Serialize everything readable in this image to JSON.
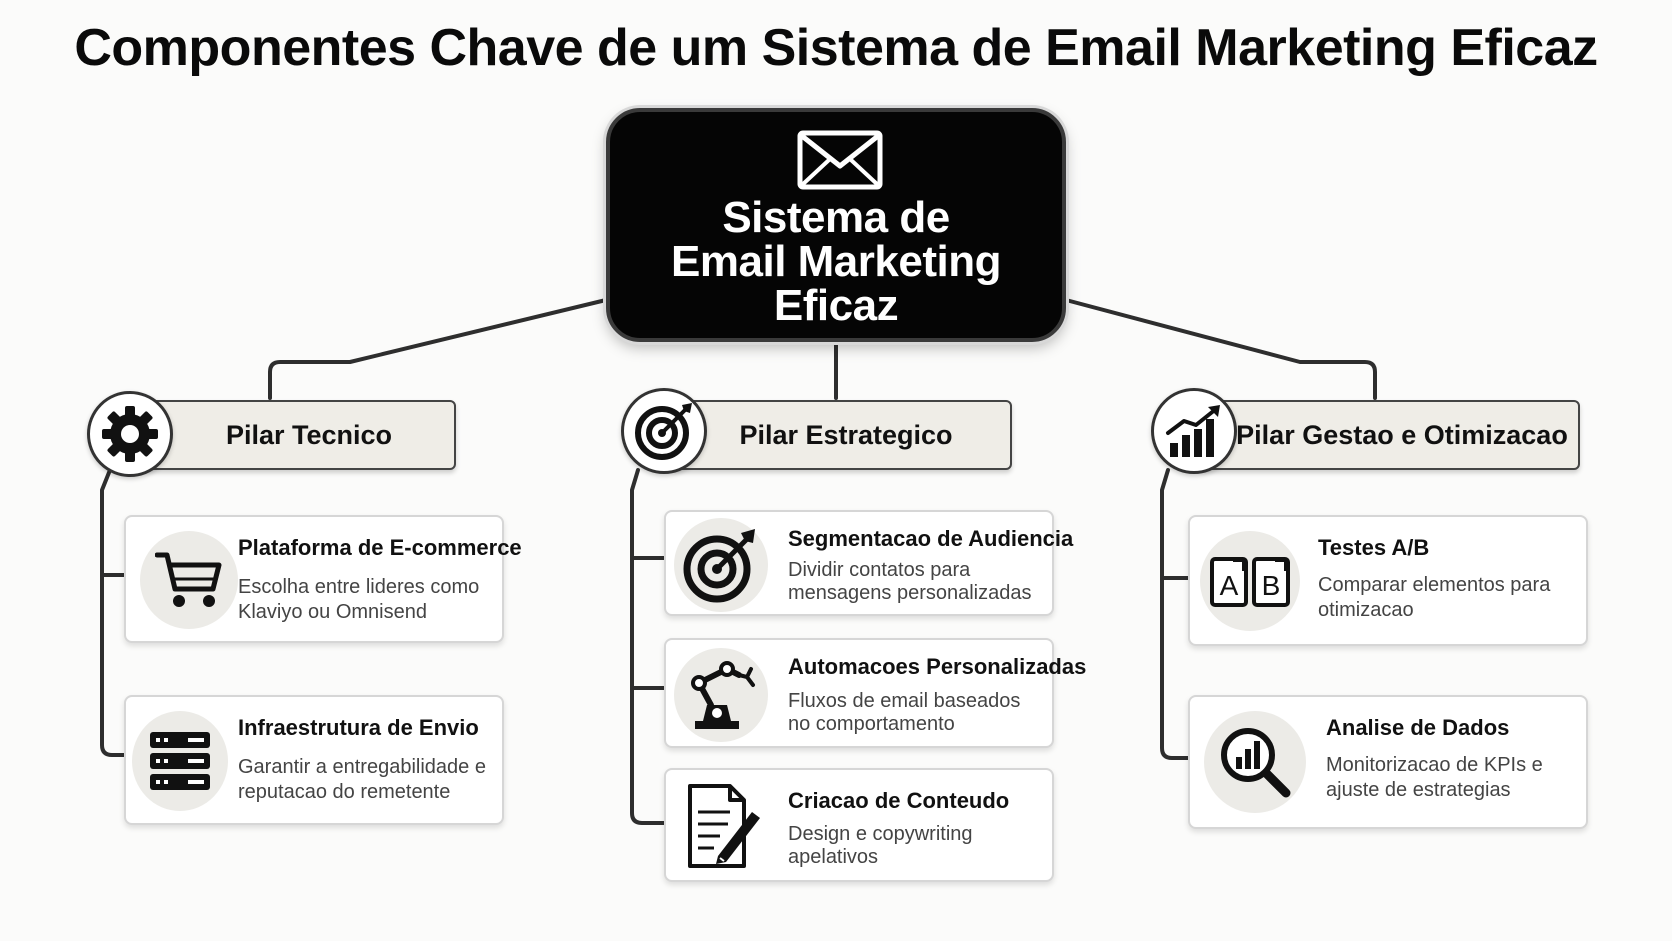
{
  "title": "Componentes Chave de um Sistema de Email Marketing Eficaz",
  "central": {
    "icon": "envelope-icon",
    "title": "Sistema de\nEmail Marketing\nEficaz"
  },
  "pillars": [
    {
      "label": "Pilar Tecnico",
      "icon": "gear-icon",
      "items": [
        {
          "title": "Plataforma de E-commerce",
          "description": "Escolha entre lideres como\nKlaviyo ou Omnisend",
          "icon": "shopping-cart-icon"
        },
        {
          "title": "Infraestrutura de Envio",
          "description": "Garantir a entregabilidade e\nreputacao do remetente",
          "icon": "server-icon"
        }
      ]
    },
    {
      "label": "Pilar Estrategico",
      "icon": "target-icon",
      "items": [
        {
          "title": "Segmentacao de Audiencia",
          "description": "Dividir contatos para\nmensagens personalizadas",
          "icon": "target-arrow-icon"
        },
        {
          "title": "Automacoes Personalizadas",
          "description": "Fluxos de email baseados\nno comportamento",
          "icon": "robot-arm-icon"
        },
        {
          "title": "Criacao de Conteudo",
          "description": "Design e copywriting\napelativos",
          "icon": "document-pen-icon"
        }
      ]
    },
    {
      "label": "Pilar Gestao e Otimizacao",
      "icon": "growth-chart-icon",
      "items": [
        {
          "title": "Testes A/B",
          "description": "Comparar elementos para\notimizacao",
          "icon": "ab-test-icon"
        },
        {
          "title": "Analise de Dados",
          "description": "Monitorizacao de KPIs e\najuste de estrategias",
          "icon": "magnifier-chart-icon"
        }
      ]
    }
  ],
  "colors": {
    "background": "#fbfbfa",
    "central_box": "#050505",
    "pillar_fill": "#efede7",
    "line": "#333333"
  }
}
